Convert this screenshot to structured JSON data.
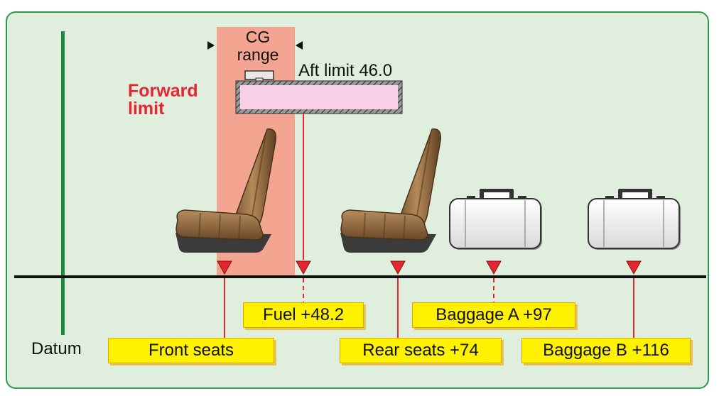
{
  "diagram": {
    "cg_range_label_line1": "CG",
    "cg_range_label_line2": "range",
    "aft_limit_label": "Aft limit 46.0",
    "forward_limit_line1": "Forward",
    "forward_limit_line2": "limit",
    "datum_label": "Datum",
    "stations": {
      "fuel": "Fuel +48.2",
      "front_seats": "Front seats",
      "rear_seats": "Rear seats +74",
      "baggage_a": "Baggage A +97",
      "baggage_b": "Baggage B +116"
    },
    "colors": {
      "background": "#dfeedd",
      "frame_border": "#2f9a4b",
      "cg_range_band": "#f4a592",
      "fuel_tank": "#f7cfe6",
      "label_fill": "#fff200",
      "marker": "#e5252f",
      "forward_limit_text": "#e5252f"
    }
  }
}
